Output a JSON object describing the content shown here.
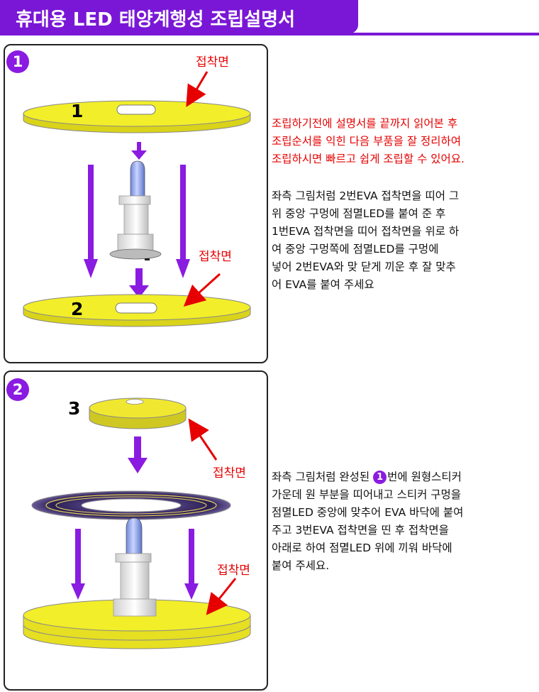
{
  "title": "휴대용 LED 태양계행성 조립설명서",
  "step1": {
    "badge": "1",
    "adhesive_top": "접착면",
    "adhesive_mid": "접착면",
    "part_1": "1",
    "part_2": "2"
  },
  "step2": {
    "badge": "2",
    "part_3": "3",
    "adhesive_a": "접착면",
    "adhesive_b": "접착면"
  },
  "intro_lines": [
    "조립하기전에 설명서를 끝까지 읽어본 후",
    "조립순서를 익힌 다음 부품을 잘 정리하여",
    "조립하시면 빠르고 쉽게 조립할 수 있어요."
  ],
  "step1_lines": [
    "좌측 그림처럼 2번EVA 접착면을 띠어 그",
    "위 중앙 구멍에 점멸LED를 붙여 준 후",
    "1번EVA 접착면을 띠어 접착면을 위로 하",
    "여 중앙 구멍쪽에 점멸LED를 구멍에",
    "넣어 2번EVA와 맞 닫게 끼운 후 잘 맞추",
    "어 EVA를 붙여 주세요"
  ],
  "step2_text": {
    "line1_pre": "좌측 그림처럼 완성된 ",
    "line1_badge": "1",
    "line1_post": "번에 원형스티커",
    "lines": [
      "가운데 원 부분을 띠어내고 스티커 구멍을",
      "점멸LED 중앙에 맞추어 EVA 바닥에 붙여",
      "주고 3번EVA 접착면을 띤 후 접착면을",
      "아래로 하여 점멸LED 위에 끼워 바닥에",
      "붙여 주세요."
    ]
  },
  "colors": {
    "purple": "#7a17d6",
    "eva_yellow": "#f2ee2a",
    "arrow_purple": "#8a1be0",
    "red": "#e60000"
  }
}
